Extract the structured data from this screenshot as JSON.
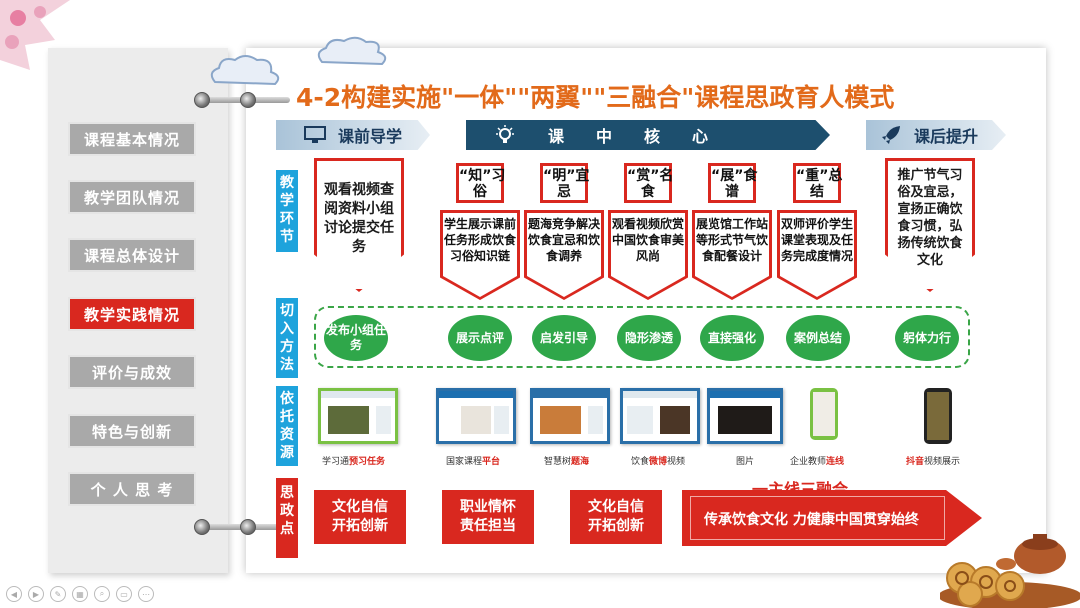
{
  "title": "4-2构建实施\"一体\"\"两翼\"\"三融合\"课程思政育人模式",
  "sidebar": {
    "items": [
      {
        "label": "课程基本情况",
        "active": false
      },
      {
        "label": "教学团队情况",
        "active": false
      },
      {
        "label": "课程总体设计",
        "active": false
      },
      {
        "label": "教学实践情况",
        "active": true
      },
      {
        "label": "评价与成效",
        "active": false
      },
      {
        "label": "特色与创新",
        "active": false
      },
      {
        "label": "个 人 思 考",
        "active": false
      }
    ]
  },
  "phases": {
    "pre": "课前导学",
    "mid": "课　　中　　核　　心",
    "post": "课后提升"
  },
  "row_labels": {
    "teaching": "教学环节",
    "method": "切入方法",
    "resource": "依托资源",
    "ideology": "思政点"
  },
  "teaching": {
    "pre": "观看视频查阅资料小组讨论提交任务",
    "tags": [
      "“知”习俗",
      "“明”宜忌",
      "“赏”名食",
      "“展”食谱",
      "“重”总结"
    ],
    "steps": [
      "学生展示课前任务形成饮食习俗知识链",
      "题海竞争解决饮食宜忌和饮食调养",
      "观看视频欣赏中国饮食审美风尚",
      "展览馆工作站等形式节气饮食配餐设计",
      "双师评价学生课堂表现及任务完成度情况"
    ],
    "post": "推广节气习俗及宜忌，宣扬正确饮食习惯，弘扬传统饮食文化"
  },
  "methods": [
    "发布小组任务",
    "展示点评",
    "启发引导",
    "隐形渗透",
    "直接强化",
    "案例总结",
    "躬体力行"
  ],
  "resources": [
    {
      "prefix": "学习通",
      "highlight": "预习任务"
    },
    {
      "prefix": "国家课程",
      "highlight": "平台"
    },
    {
      "prefix": "智慧树",
      "highlight": "题海"
    },
    {
      "prefix": "饮食",
      "highlight": "微博",
      "suffix": "视频"
    },
    {
      "prefix": "图片",
      "highlight": ""
    },
    {
      "prefix": "企业教师",
      "highlight": "连线"
    },
    {
      "prefix": "",
      "highlight": "抖音",
      "suffix": "视频展示"
    }
  ],
  "ideology": {
    "boxes": [
      "文化自信开拓创新",
      "职业情怀责任担当",
      "文化自信开拓创新"
    ],
    "mainline": "一主线三融合",
    "arrow_text": "传承饮食文化  力健康中国贯穿始终"
  },
  "colors": {
    "accent_red": "#d9281f",
    "title_orange": "#e26a1a",
    "phase_blue": "#1d4f6e",
    "method_green": "#2fa74a",
    "label_blue": "#1ea3dc"
  }
}
